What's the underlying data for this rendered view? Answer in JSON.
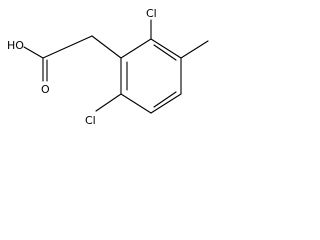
{
  "molecule": {
    "atom_labels": {
      "hydroxyl": "HO",
      "carbonyl_oxygen": "O",
      "chlorine_top": "Cl",
      "chlorine_bottom": "Cl"
    }
  }
}
